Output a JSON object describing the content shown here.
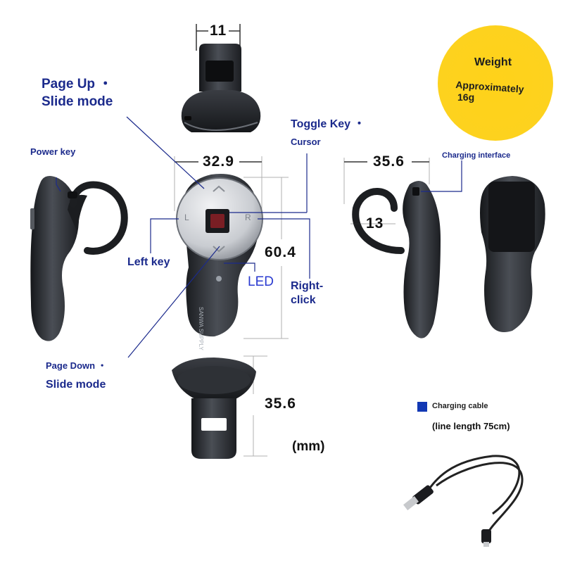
{
  "weight": {
    "title": "Weight",
    "line1": "Approximately",
    "line2": "16g",
    "badge_color": "#fdd21e"
  },
  "labels": {
    "page_up": "Page Up ・",
    "page_up_mode": "Slide mode",
    "power_key": "Power key",
    "toggle_key": "Toggle Key ・",
    "cursor": "Cursor",
    "charging_interface": "Charging interface",
    "left_key": "Left key",
    "led": "LED",
    "right_click_1": "Right-",
    "right_click_2": "click",
    "page_down": "Page Down ・",
    "page_down_mode": "Slide mode",
    "charging_cable": "Charging cable",
    "line_length": "(line length 75cm)",
    "unit": "(mm)"
  },
  "dimensions": {
    "top_width": "11",
    "front_width": "32.9",
    "front_height": "60.4",
    "side_width": "35.6",
    "ring_depth": "13",
    "bottom_depth": "35.6"
  },
  "button_letters": {
    "left": "L",
    "right": "R"
  },
  "brand_text": "SANWA SUPPLY",
  "colors": {
    "label_navy": "#1b2a8c",
    "led_blue": "#2b3bd0",
    "cable_square": "#1238b4",
    "device": "#2a2d32"
  }
}
